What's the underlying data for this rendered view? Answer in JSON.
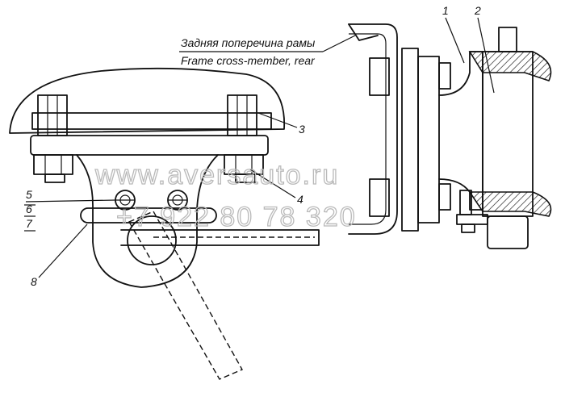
{
  "caption": {
    "ru": "Задняя поперечина рамы",
    "en": "Frame cross-member, rear"
  },
  "callouts": [
    {
      "id": "1",
      "label": "1"
    },
    {
      "id": "2",
      "label": "2"
    },
    {
      "id": "3",
      "label": "3"
    },
    {
      "id": "4",
      "label": "4"
    },
    {
      "id": "5",
      "label": "5"
    },
    {
      "id": "6",
      "label": "6"
    },
    {
      "id": "7",
      "label": "7"
    },
    {
      "id": "8",
      "label": "8"
    }
  ],
  "watermark": {
    "site": "www.aversauto.ru",
    "phone": "+7 922 80 78 320"
  }
}
